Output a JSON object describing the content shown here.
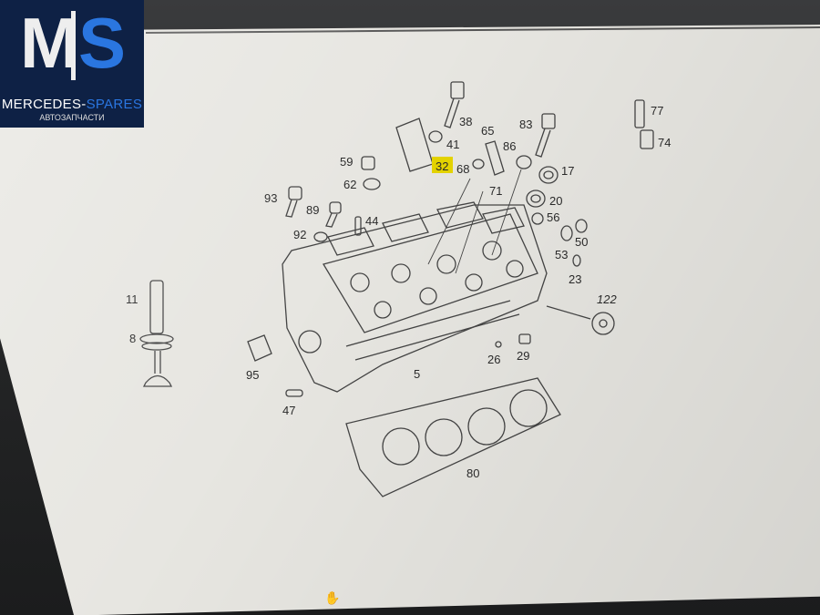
{
  "logo": {
    "letter_m": "M",
    "letter_s": "S",
    "name_part1": "MERCEDES-",
    "name_part2": "SPARES",
    "subtitle": "АВТОЗАПЧАСТИ",
    "colors": {
      "background": "#0e2145",
      "accent": "#2a76e0",
      "letters": "#eeeeee"
    }
  },
  "diagram": {
    "highlighted_part": "32",
    "highlight_color": "#e3d200",
    "part_numbers": {
      "p38": "38",
      "p41": "41",
      "p65": "65",
      "p83": "83",
      "p77": "77",
      "p74": "74",
      "p32": "32",
      "p68": "68",
      "p86": "86",
      "p17": "17",
      "p59": "59",
      "p62": "62",
      "p71": "71",
      "p20": "20",
      "p93": "93",
      "p89": "89",
      "p44": "44",
      "p56": "56",
      "p92": "92",
      "p50": "50",
      "p53": "53",
      "p23": "23",
      "p11": "11",
      "p122": "122",
      "p8": "8",
      "p95": "95",
      "p5": "5",
      "p26": "26",
      "p29": "29",
      "p47": "47",
      "p80": "80"
    }
  },
  "cursor_icon": "hand-pointer-icon"
}
